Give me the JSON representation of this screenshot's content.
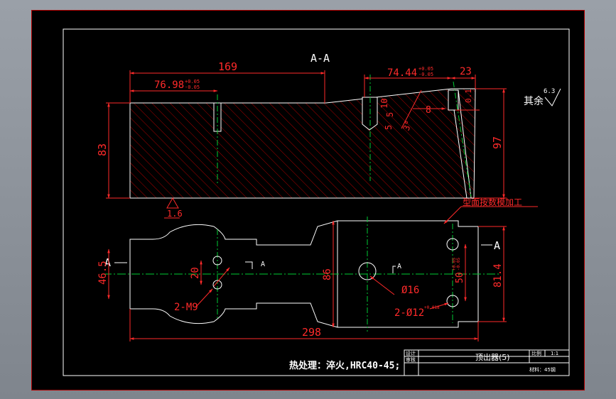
{
  "colors": {
    "background": "#8a9098",
    "sheet": "#000000",
    "frame": "#ff0000",
    "outline": "#ffffff",
    "dimension": "#ff2a2a",
    "centerline": "#00cc33",
    "hatch": "#c00000"
  },
  "section": {
    "title": "A-A",
    "dims": {
      "total_length": "169",
      "hole_pos": "76.98",
      "hole_tol_upper": "+0.05",
      "hole_tol_lower": "-0.05",
      "right_pos": "74.44",
      "right_tol_upper": "+0.05",
      "right_tol_lower": "-0.05",
      "right_width": "23",
      "small_a": "10",
      "small_b": "5",
      "small_c": "5",
      "eight": "8",
      "angle": "3°",
      "height_left": "83",
      "height_right": "97",
      "tol_right": "0.1"
    },
    "finish_note": "其余",
    "finish_value": "6.3",
    "roughness_bottom": "1.6"
  },
  "plan": {
    "section_marker_left": "A",
    "section_marker_right": "A",
    "cut_label_1": "A",
    "cut_label_2": "A",
    "dims": {
      "length": "298",
      "width_left": "46.5",
      "pitch_20": "20",
      "width_mid": "86",
      "width_right": "81.4",
      "hole_pitch": "50",
      "hole_pitch_tol_upper": "+0.05",
      "hole_pitch_tol_lower": "-0.05",
      "thread_holes": "2-M9",
      "center_hole": "Ø16",
      "pin_holes": "2-Ø12",
      "pin_tol": "+0.018"
    },
    "note_contour": "型面按数模加工"
  },
  "heat_treatment": "热处理：淬火,HRC40-45;",
  "title_block": {
    "part_name": "顶出器(5)",
    "scale_label": "比例",
    "scale_value": "1:1",
    "designer_label": "设计",
    "checker_label": "审核",
    "material_label": "材料：45钢"
  }
}
